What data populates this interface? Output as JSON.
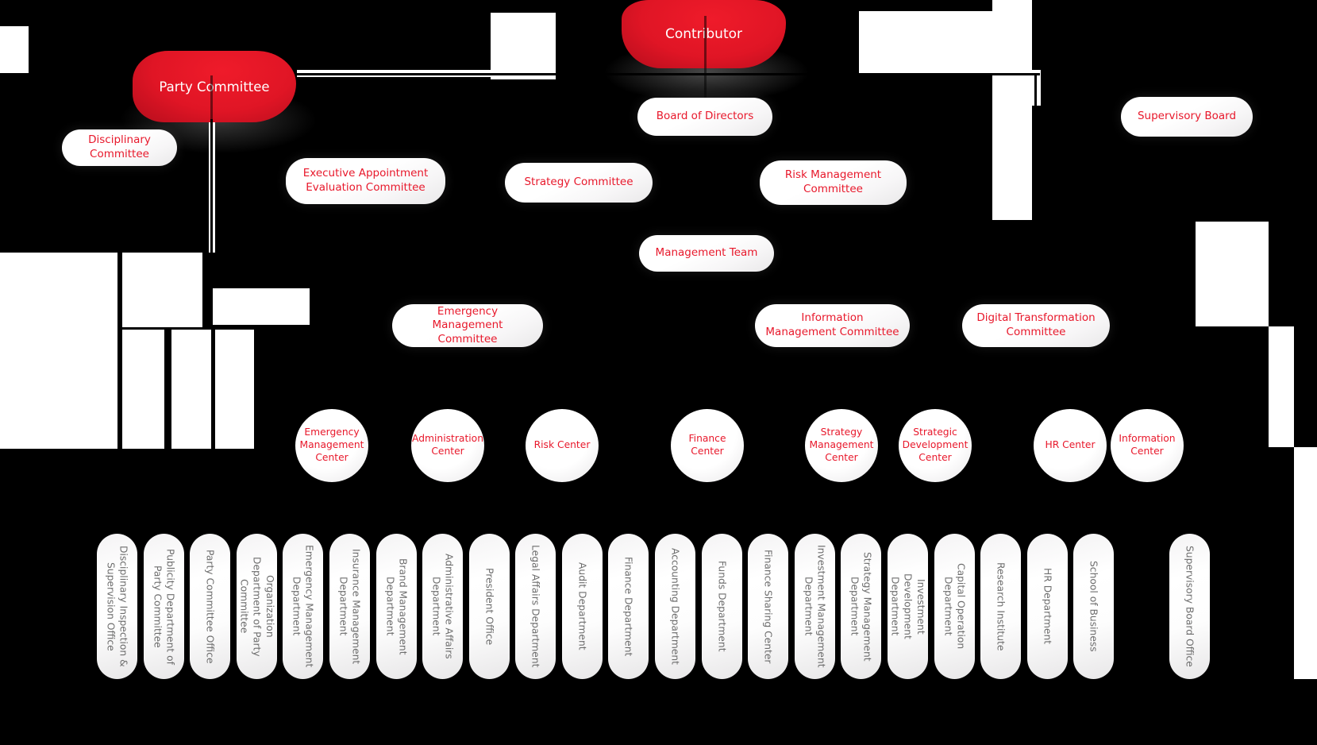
{
  "palette": {
    "background": "#000000",
    "node_red": "#d8101f",
    "node_white": "#ffffff",
    "text_white": "#ffffff",
    "text_red": "#e8182b",
    "dept_text": "#6d6d6d",
    "connector_black": "#000000"
  },
  "top": {
    "contributor": "Contributor",
    "party_committee": "Party Committee"
  },
  "boards": {
    "disciplinary_committee": "Disciplinary Committee",
    "board_of_directors": "Board of Directors",
    "supervisory_board": "Supervisory Board"
  },
  "committees": [
    {
      "label": "Executive Appointment Evaluation Committee"
    },
    {
      "label": "Strategy Committee"
    },
    {
      "label": "Risk Management Committee"
    }
  ],
  "management_team": "Management Team",
  "special_committees": [
    {
      "label": "Emergency Management Committee"
    },
    {
      "label": "Information Management Committee"
    },
    {
      "label": "Digital Transformation Committee"
    }
  ],
  "centers": [
    {
      "label": "Emergency Management Center"
    },
    {
      "label": "Administration Center"
    },
    {
      "label": "Risk Center"
    },
    {
      "label": "Finance Center"
    },
    {
      "label": "Strategy Management Center"
    },
    {
      "label": "Strategic Development Center"
    },
    {
      "label": "HR Center"
    },
    {
      "label": "Information Center"
    }
  ],
  "departments": [
    {
      "label": "Disciplinary Inspection & Supervision Office"
    },
    {
      "label": "Publicity Department of Party Committee"
    },
    {
      "label": "Party Committee Office"
    },
    {
      "label": "Organization Department of Party Committee"
    },
    {
      "label": "Emergency Management Department"
    },
    {
      "label": "Insurance Management Department"
    },
    {
      "label": "Brand Management Department"
    },
    {
      "label": "Administrative Affairs Department"
    },
    {
      "label": "President Office"
    },
    {
      "label": "Legal Affairs Department"
    },
    {
      "label": "Audit Department"
    },
    {
      "label": "Finance Department"
    },
    {
      "label": "Accounting Department"
    },
    {
      "label": "Funds Department"
    },
    {
      "label": "Finance Sharing Center"
    },
    {
      "label": "Investment Management Department"
    },
    {
      "label": "Strategy Management Department"
    },
    {
      "label": "Investment Development Department"
    },
    {
      "label": "Capital Operation Department"
    },
    {
      "label": "Research Institute"
    },
    {
      "label": "HR Department"
    },
    {
      "label": "School of Business"
    },
    {
      "label": "Supervisory Board Office"
    }
  ]
}
